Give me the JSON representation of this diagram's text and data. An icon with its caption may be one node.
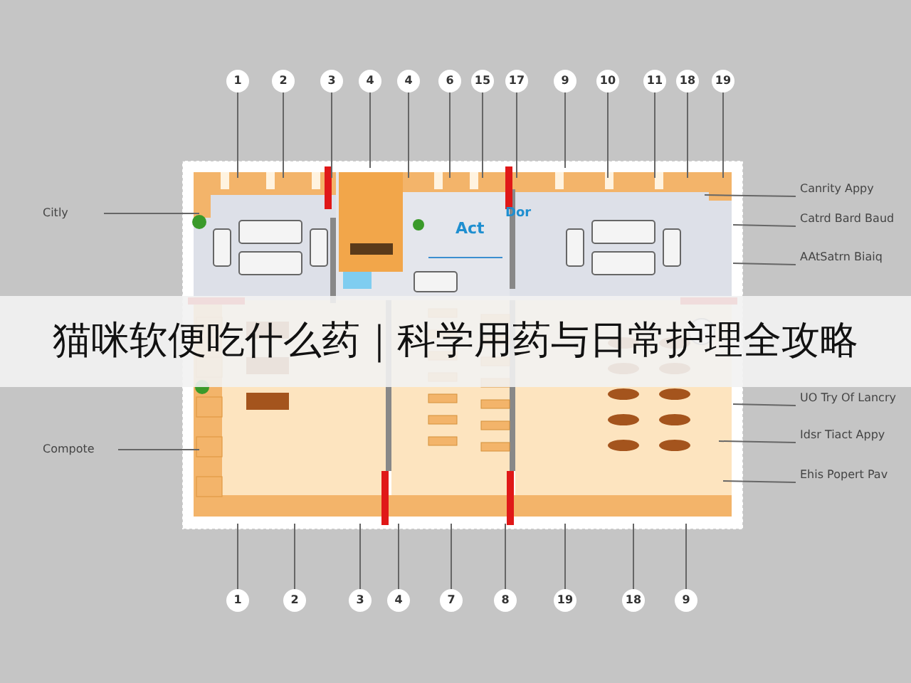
{
  "diagram": {
    "title": "猫咪软便吃什么药｜科学用药与日常护理全攻略",
    "nodes": [
      {
        "text": [
          "1"
        ]
      },
      {
        "text": [
          "2"
        ]
      },
      {
        "text": [
          "3"
        ]
      },
      {
        "text": [
          "4"
        ]
      },
      {
        "text": [
          "4"
        ]
      },
      {
        "text": [
          "6"
        ]
      },
      {
        "text": [
          "15"
        ]
      },
      {
        "text": [
          "17"
        ]
      },
      {
        "text": [
          "9"
        ]
      },
      {
        "text": [
          "10"
        ]
      },
      {
        "text": [
          "11"
        ]
      },
      {
        "text": [
          "18"
        ]
      },
      {
        "text": [
          "19"
        ]
      },
      {
        "text": [
          "1"
        ]
      },
      {
        "text": [
          "2"
        ]
      },
      {
        "text": [
          "3"
        ]
      },
      {
        "text": [
          "4"
        ]
      },
      {
        "text": [
          "7"
        ]
      },
      {
        "text": [
          "8"
        ]
      },
      {
        "text": [
          "19"
        ]
      },
      {
        "text": [
          "18"
        ]
      },
      {
        "text": [
          "9"
        ]
      },
      {
        "text": [
          "Citly"
        ]
      },
      {
        "text": [
          "Compote"
        ]
      },
      {
        "text": [
          "Canrity Appy"
        ]
      },
      {
        "text": [
          "Catrd Bard Baud"
        ]
      },
      {
        "text": [
          "AAtSatrn Biaiq"
        ]
      },
      {
        "text": [
          "UO Try Of Lancry"
        ]
      },
      {
        "text": [
          "Idsr Tiact Appy"
        ]
      },
      {
        "text": [
          "Ehis Popert Pav"
        ]
      }
    ],
    "edges": [
      {
        "from": 0,
        "to": null,
        "arrow": "none"
      },
      {
        "from": 1,
        "to": null,
        "arrow": "none"
      },
      {
        "from": 2,
        "to": null,
        "arrow": "none"
      },
      {
        "from": 3,
        "to": null,
        "arrow": "none"
      },
      {
        "from": 4,
        "to": null,
        "arrow": "none"
      },
      {
        "from": 5,
        "to": null,
        "arrow": "none"
      },
      {
        "from": 6,
        "to": null,
        "arrow": "none"
      },
      {
        "from": 7,
        "to": null,
        "arrow": "none"
      },
      {
        "from": 8,
        "to": null,
        "arrow": "none"
      },
      {
        "from": 9,
        "to": null,
        "arrow": "none"
      },
      {
        "from": 10,
        "to": null,
        "arrow": "none"
      },
      {
        "from": 11,
        "to": null,
        "arrow": "none"
      },
      {
        "from": 12,
        "to": null,
        "arrow": "none"
      },
      {
        "from": 13,
        "to": null,
        "arrow": "none"
      },
      {
        "from": 14,
        "to": null,
        "arrow": "none"
      },
      {
        "from": 15,
        "to": null,
        "arrow": "none"
      },
      {
        "from": 16,
        "to": null,
        "arrow": "none"
      },
      {
        "from": 17,
        "to": null,
        "arrow": "none"
      },
      {
        "from": 18,
        "to": null,
        "arrow": "none"
      },
      {
        "from": 19,
        "to": null,
        "arrow": "none"
      },
      {
        "from": 20,
        "to": null,
        "arrow": "none"
      },
      {
        "from": 21,
        "to": null,
        "arrow": "none"
      },
      {
        "from": 22,
        "to": null,
        "arrow": "none"
      },
      {
        "from": 23,
        "to": null,
        "arrow": "none"
      },
      {
        "from": 24,
        "to": null,
        "arrow": "none"
      },
      {
        "from": 25,
        "to": null,
        "arrow": "none"
      },
      {
        "from": 26,
        "to": null,
        "arrow": "none"
      },
      {
        "from": 27,
        "to": null,
        "arrow": "none"
      },
      {
        "from": 28,
        "to": null,
        "arrow": "none"
      },
      {
        "from": 29,
        "to": null,
        "arrow": "none"
      }
    ],
    "labels": [
      "Act",
      "Dor"
    ]
  }
}
